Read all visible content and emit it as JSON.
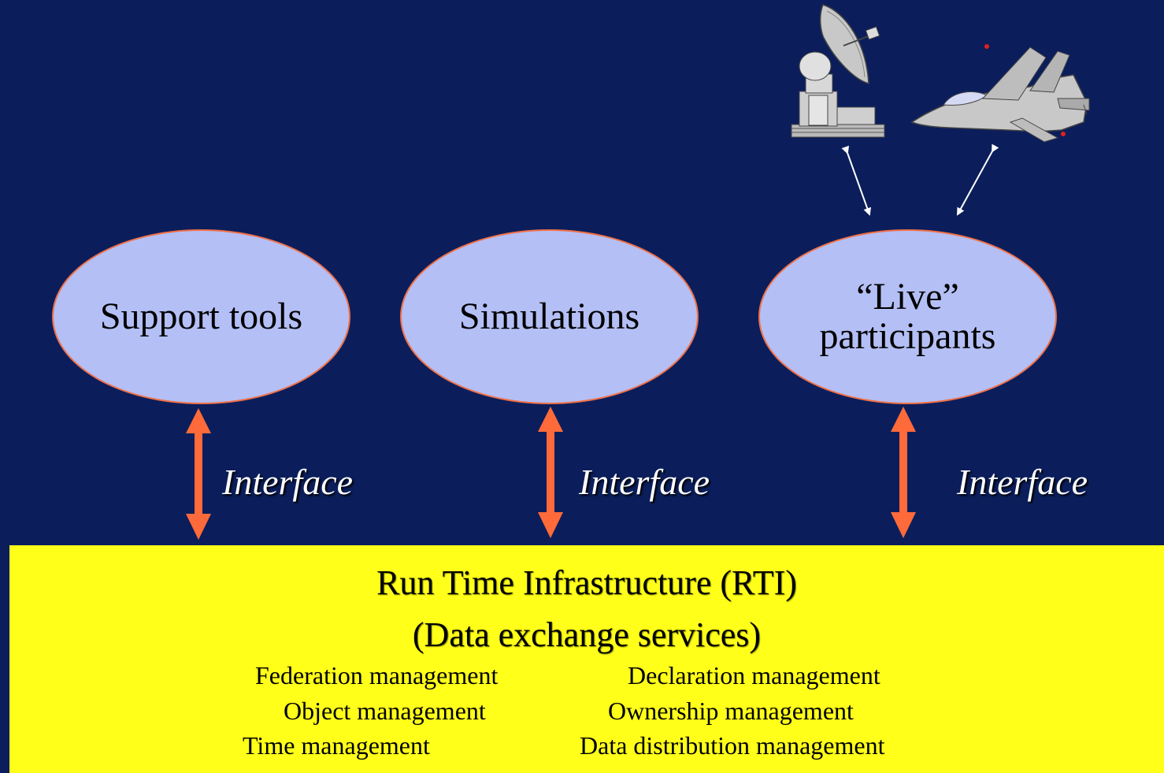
{
  "nodes": {
    "support_tools": "Support tools",
    "simulations": "Simulations",
    "live_line1": "“Live”",
    "live_line2": "participants"
  },
  "interfaces": [
    "Interface",
    "Interface",
    "Interface"
  ],
  "rti": {
    "title": "Run Time Infrastructure (RTI)",
    "subtitle": "(Data exchange services)",
    "services": [
      "Federation management",
      "Declaration management",
      "Object management",
      "Ownership management",
      "Time management",
      "Data distribution management"
    ]
  },
  "icons": [
    "radar-dish-icon",
    "fighter-jet-icon"
  ],
  "colors": {
    "background": "#0b1e5b",
    "node_fill": "#b4bff5",
    "node_border": "#f07048",
    "arrow": "#ff6a3a",
    "rti_fill": "#ffff1a"
  }
}
